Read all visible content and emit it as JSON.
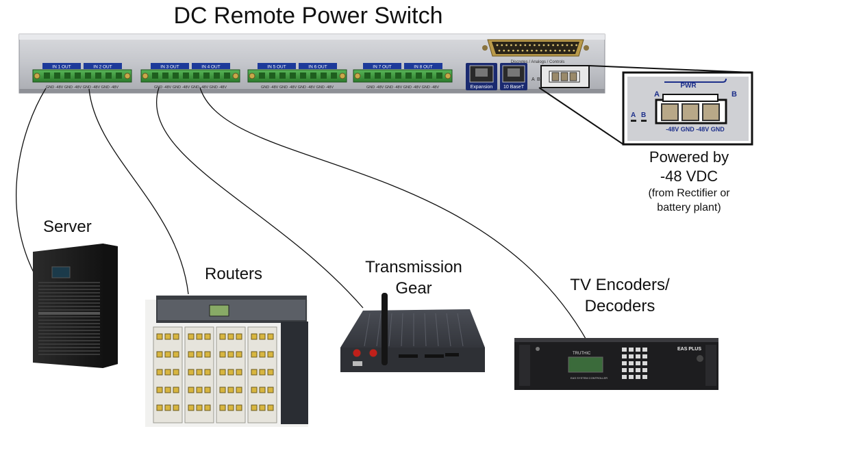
{
  "title": "DC Remote Power Switch",
  "panel": {
    "port_groups": [
      {
        "ports": [
          "1",
          "2"
        ]
      },
      {
        "ports": [
          "3",
          "4"
        ]
      },
      {
        "ports": [
          "5",
          "6"
        ]
      },
      {
        "ports": [
          "7",
          "8"
        ]
      }
    ],
    "in_label": "IN",
    "out_label": "OUT",
    "pin_labels": [
      "GND",
      "-48V",
      "GND",
      "-48V"
    ],
    "expansion_label": "Expansion",
    "baset_label": "10 BaseT",
    "discretes_label": "Discretes / Analogs / Controls",
    "ab_labels": [
      "A",
      "B"
    ]
  },
  "zoom": {
    "pwr_label": "PWR",
    "side_a": "A",
    "side_b": "B",
    "ab_labels": [
      "A",
      "B"
    ],
    "pins_label": "-48V GND  -48V GND"
  },
  "power": {
    "line1": "Powered by",
    "line2": "-48 VDC",
    "line3": "(from Rectifier or",
    "line4": "battery plant)"
  },
  "devices": {
    "server": "Server",
    "routers": "Routers",
    "transmission_1": "Transmission",
    "transmission_2": "Gear",
    "tv_1": "TV Encoders/",
    "tv_2": "Decoders"
  },
  "encoder_brand": "TRUTHIC",
  "encoder_model": "EAS PLUS",
  "encoder_screen": "EAS SYSTEM CONTROLLER"
}
